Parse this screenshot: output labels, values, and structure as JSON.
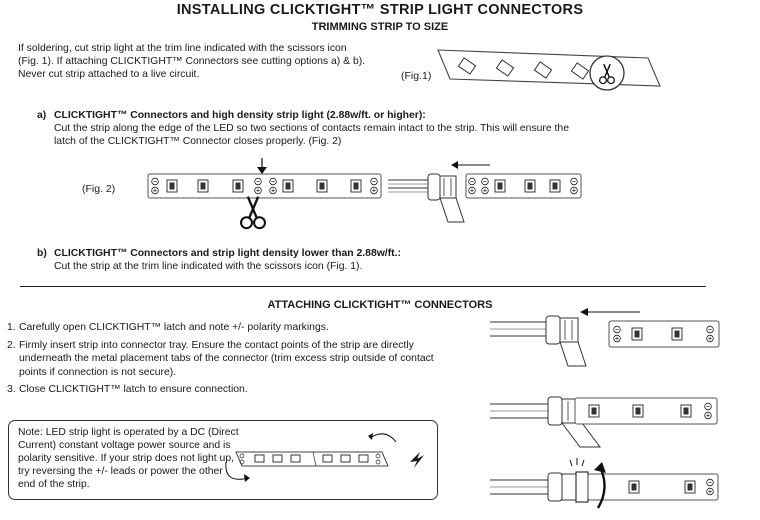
{
  "header": {
    "title": "INSTALLING CLICKTIGHT™ STRIP LIGHT CONNECTORS",
    "subtitle": "TRIMMING STRIP TO SIZE"
  },
  "trimming": {
    "intro": "If soldering, cut strip light at the trim line indicated with the scissors icon (Fig. 1). If attaching CLICKTIGHT™ Connectors see cutting options a) & b). Never cut strip attached to a live circuit.",
    "fig1_label": "(Fig.1)",
    "option_a": {
      "marker": "a)",
      "heading": "CLICKTIGHT™ Connectors and high density strip light (2.88w/ft. or higher):",
      "body": "Cut the strip along the edge of the LED so two sections of contacts remain intact to the strip. This will ensure the latch of the CLICKTIGHT™ Connector closes properly. (Fig. 2)"
    },
    "fig2_label": "(Fig. 2)",
    "option_b": {
      "marker": "b)",
      "heading": "CLICKTIGHT™ Connectors and strip light density lower than 2.88w/ft.:",
      "body": "Cut the strip at the trim line indicated with the scissors icon (Fig. 1)."
    }
  },
  "attaching": {
    "title": "ATTACHING CLICKTIGHT™ CONNECTORS",
    "steps": [
      {
        "num": "1.",
        "text": "Carefully open CLICKTIGHT™ latch and note +/- polarity markings."
      },
      {
        "num": "2.",
        "text": "Firmly insert strip into connector tray. Ensure the contact points of the strip are directly underneath the metal placement tabs of the connector (trim excess strip outside of contact points if connection is not secure)."
      },
      {
        "num": "3.",
        "text": "Close CLICKTIGHT™ latch to ensure connection."
      }
    ],
    "note": "Note: LED strip light is operated by a DC (Direct Current) constant voltage power source and is polarity sensitive.  If your strip does not light up, try reversing the +/- leads or power the other end of the strip."
  },
  "icons": {
    "scissors": "scissors-icon",
    "arrow": "arrow-left-icon",
    "down_arrow": "arrow-down-icon",
    "rotate": "rotate-arrow-icon",
    "lightning": "lightning-bolt-icon"
  }
}
